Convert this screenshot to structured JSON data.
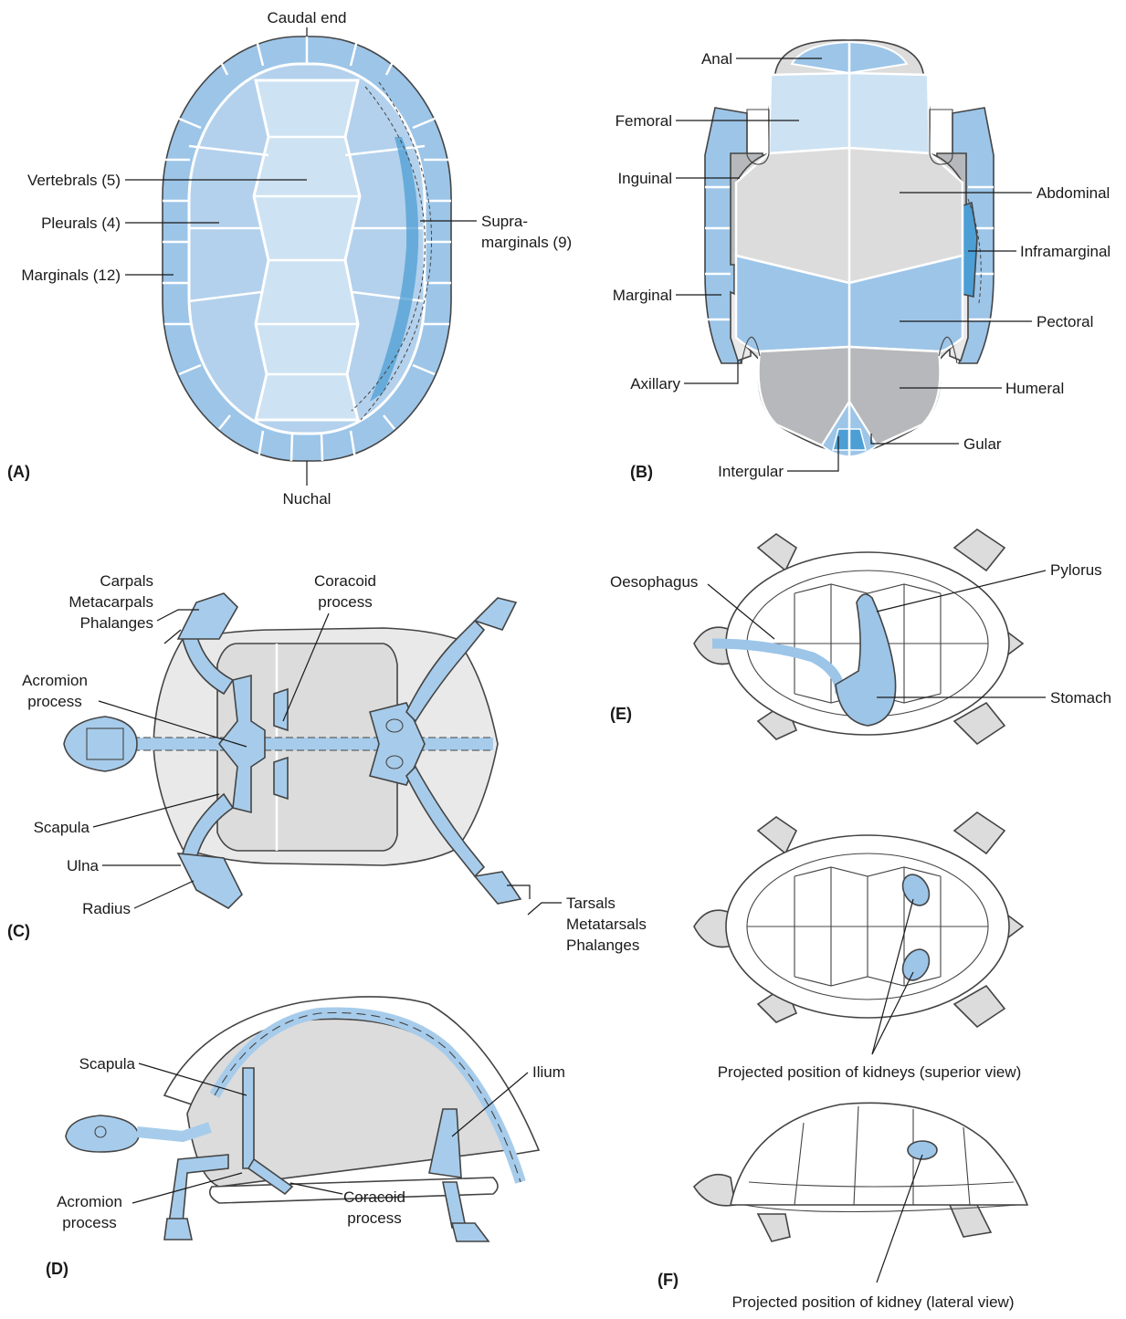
{
  "colors": {
    "light_blue": "#cde2f2",
    "mid_blue": "#b3d1ec",
    "blue": "#9cc5e8",
    "dark_blue": "#4d9ed4",
    "bone": "#a7cceb",
    "light_grey": "#dcdcdc",
    "grey": "#b7b8bb",
    "pale_grey": "#e9e9ea",
    "outline": "#444444"
  },
  "panel_a": {
    "tag": "(A)",
    "caudal_end": "Caudal end",
    "vertebrals": "Vertebrals (5)",
    "pleurals": "Pleurals (4)",
    "marginals": "Marginals (12)",
    "supramarginals_1": "Supra-",
    "supramarginals_2": "marginals (9)",
    "nuchal": "Nuchal"
  },
  "panel_b": {
    "tag": "(B)",
    "anal": "Anal",
    "femoral": "Femoral",
    "inguinal": "Inguinal",
    "marginal": "Marginal",
    "axillary": "Axillary",
    "intergular": "Intergular",
    "abdominal": "Abdominal",
    "inframarginal": "Inframarginal",
    "pectoral": "Pectoral",
    "humeral": "Humeral",
    "gular": "Gular"
  },
  "panel_c": {
    "tag": "(C)",
    "carpals": "Carpals",
    "metacarpals": "Metacarpals",
    "phalanges_fore": "Phalanges",
    "coracoid_1": "Coracoid",
    "coracoid_2": "process",
    "acromion_1": "Acromion",
    "acromion_2": "process",
    "scapula": "Scapula",
    "ulna": "Ulna",
    "radius": "Radius",
    "tarsals": "Tarsals",
    "metatarsals": "Metatarsals",
    "phalanges_hind": "Phalanges"
  },
  "panel_d": {
    "tag": "(D)",
    "scapula": "Scapula",
    "ilium": "Ilium",
    "acromion_1": "Acromion",
    "acromion_2": "process",
    "coracoid_1": "Coracoid",
    "coracoid_2": "process"
  },
  "panel_e": {
    "tag": "(E)",
    "oesophagus": "Oesophagus",
    "pylorus": "Pylorus",
    "stomach": "Stomach"
  },
  "panel_f": {
    "tag": "(F)",
    "kidneys_superior": "Projected position of kidneys (superior view)",
    "kidney_lateral": "Projected position of kidney (lateral view)"
  }
}
